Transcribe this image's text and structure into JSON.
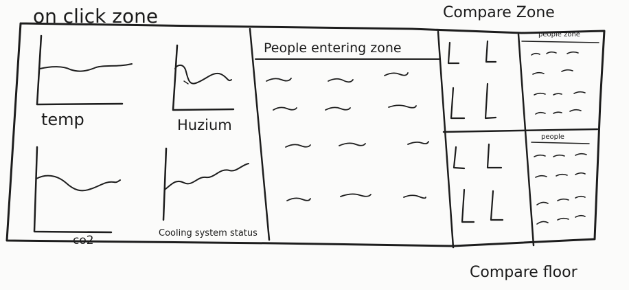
{
  "headings": {
    "title": "on click zone",
    "compare_zone": "Compare Zone",
    "compare_floor": "Compare floor"
  },
  "charts": {
    "temp": "temp",
    "humidity": "Huzium",
    "co2": "co2",
    "cooling": "Cooling system status"
  },
  "people": {
    "entering_title": "People entering zone",
    "compare_top_title": "people zone",
    "compare_bottom_title": "people"
  }
}
